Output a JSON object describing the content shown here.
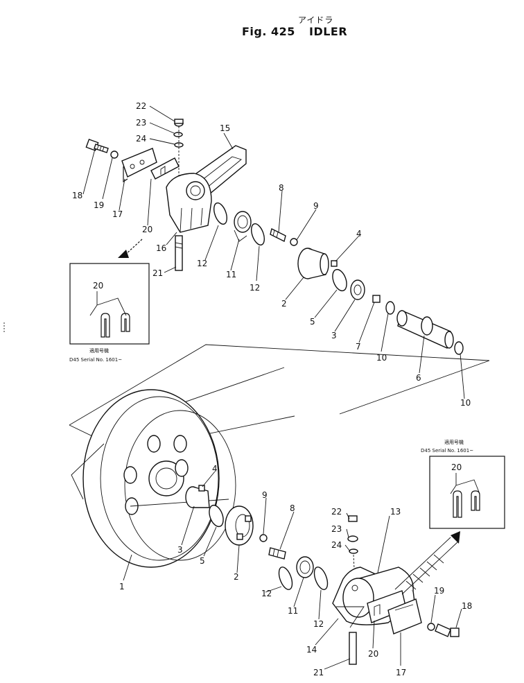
{
  "header": {
    "title_jp": "アイドラ",
    "figure_label": "Fig. 425",
    "title_en": "IDLER"
  },
  "inset_top": {
    "ref": "20",
    "caption_jp": "適用号機",
    "caption_serial": "D45 Serial No. 1601~"
  },
  "inset_bottom": {
    "ref": "20",
    "caption_jp": "適用号機",
    "caption_serial": "D45 Serial No. 1601~"
  },
  "callouts_top": [
    "22",
    "23",
    "24",
    "18",
    "19",
    "17",
    "20",
    "16",
    "21",
    "15",
    "12",
    "11",
    "12",
    "8",
    "9",
    "4",
    "2",
    "5",
    "3",
    "7",
    "10",
    "6",
    "10"
  ],
  "callouts_bottom": [
    "1",
    "3",
    "4",
    "5",
    "2",
    "9",
    "8",
    "12",
    "11",
    "12",
    "22",
    "23",
    "24",
    "13",
    "14",
    "20",
    "21",
    "17",
    "19",
    "18"
  ]
}
